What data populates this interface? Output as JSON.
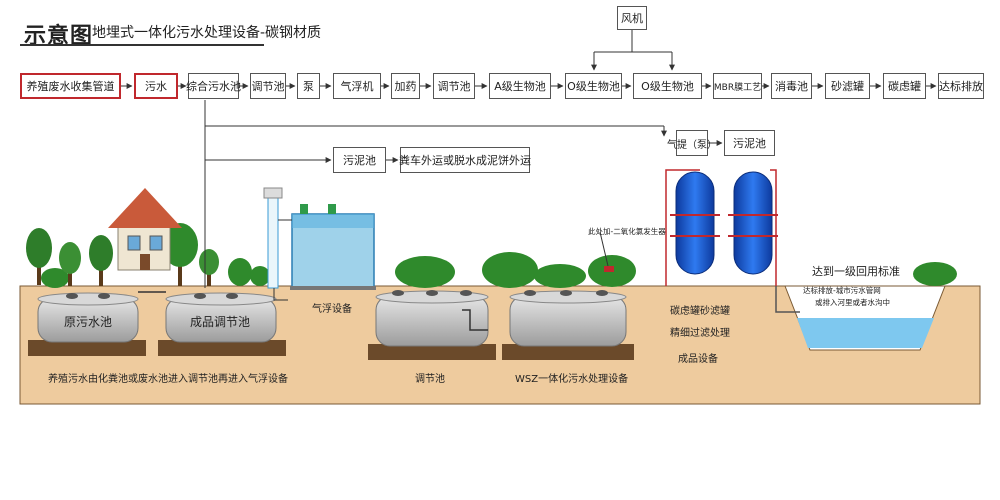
{
  "title": {
    "main": "示意图",
    "sub": "地埋式一体化污水处理设备-碳钢材质"
  },
  "flow": {
    "top": [
      "养殖废水收集管道",
      "污水",
      "综合污水池",
      "调节池",
      "泵",
      "气浮机",
      "加药",
      "调节池",
      "A级生物池",
      "O级生物池",
      "O级生物池",
      "MBR膜工艺",
      "消毒池",
      "砂滤罐",
      "碳虑罐",
      "达标排放"
    ],
    "fan": "风机",
    "branch_right": [
      "气提（泵）",
      "污泥池"
    ],
    "branch_left": [
      "污泥池",
      "粪车外运或脱水成泥饼外运"
    ]
  },
  "scene": {
    "raw_tank": "原污水池",
    "finished_tank": "成品调节池",
    "bottom_note": "养殖污水由化粪池或废水池进入调节池再进入气浮设备",
    "float_device": "气浮设备",
    "reg_tank": "调节池",
    "wsz_device": "WSZ一体化污水处理设备",
    "chlorine_label": "此处加-二氧化氯发生器",
    "filter_l1": "碳虑罐砂滤罐",
    "filter_l2": "精细过滤处理",
    "finished_device": "成品设备",
    "standard": "达到一级回用标准",
    "discharge_l1": "达标排放-城市污水管网",
    "discharge_l2": "或排入河里或者水沟中"
  },
  "colors": {
    "accent": "#c0282d",
    "soil": "#eecb9e",
    "tank": "#c9c9c9",
    "filter": "#1e5ccf",
    "water": "#7ec8ef"
  }
}
